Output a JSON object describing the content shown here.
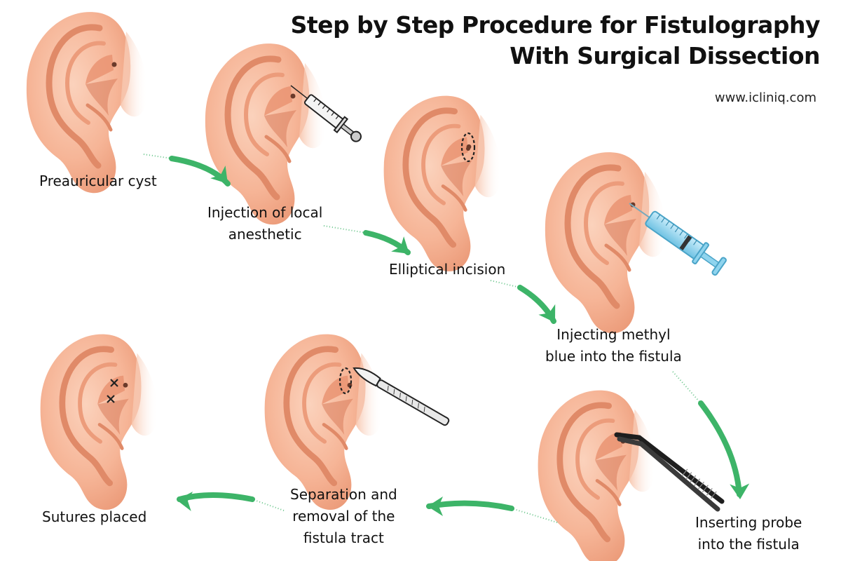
{
  "header": {
    "title_line1": "Step by Step Procedure for Fistulography",
    "title_line2": "With Surgical Dissection",
    "website": "www.icliniq.com"
  },
  "colors": {
    "skin": "#f6b597",
    "skin_shadow": "#e48c6b",
    "skin_inner": "#f0a07e",
    "arrow": "#3db468",
    "syringe_blue": "#8fd4ee",
    "instrument": "#2b2b2b"
  },
  "steps": [
    {
      "label_lines": [
        "Preauricular cyst"
      ],
      "icon": "ear-icon"
    },
    {
      "label_lines": [
        "Injection of local",
        "anesthetic"
      ],
      "icon": "syringe-icon"
    },
    {
      "label_lines": [
        "Elliptical incision"
      ],
      "icon": "incision-outline-icon"
    },
    {
      "label_lines": [
        "Injecting methyl",
        "blue into the fistula"
      ],
      "icon": "blue-syringe-icon"
    },
    {
      "label_lines": [
        "Inserting probe",
        "into the fistula"
      ],
      "icon": "forceps-icon"
    },
    {
      "label_lines": [
        "Separation and",
        "removal of the",
        "fistula tract"
      ],
      "icon": "scalpel-icon"
    },
    {
      "label_lines": [
        "Sutures placed"
      ],
      "icon": "suture-cross-icon"
    }
  ]
}
